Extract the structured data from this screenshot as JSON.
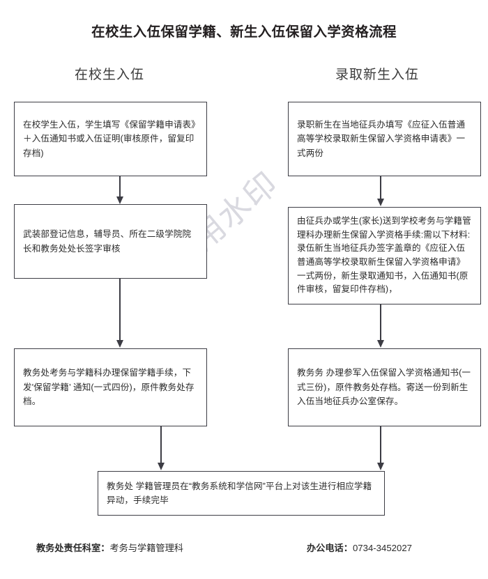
{
  "title": "在校生入伍保留学籍、新生入伍保留入学资格流程",
  "columns": {
    "left_heading": "在校生入伍",
    "right_heading": "录取新生入伍"
  },
  "flow": {
    "left": [
      {
        "id": "l1",
        "text": "在校学生入伍，学生填写《保留学籍申请表》＋入伍通知书或入伍证明(审核原件，留复印存档)"
      },
      {
        "id": "l2",
        "text": "武装部登记信息，辅导员、所在二级学院院长和教务处处长签字审核"
      },
      {
        "id": "l3",
        "text": "教务处考务与学籍科办理保留学籍手续，下发'保留学籍’ 通知(一式四份)，原件教务处存档。"
      }
    ],
    "right": [
      {
        "id": "r1",
        "text": "录职新生在当地征兵办填写《应征入伍普通高等学校录取新生保留入学资格申请表》一式两份"
      },
      {
        "id": "r2",
        "text": "由征兵办或学生(家长)送到学校考务与学籍管理科办理新生保留入学资格手续:需以下材料:录伍新生当地征兵办签字盖章的《应征入伍普通高等学校录取新生保留入学资格申请》一式两份，新生录取通知书，入伍通知书(原件审核，留复印件存档)，"
      },
      {
        "id": "r3",
        "text": "教务务 办理参军入伍保留入学资格通知书(一式三份)，原件教务处存档。寄送一份到新生入伍当地征兵办公室保存。"
      }
    ],
    "final": {
      "id": "final",
      "text": "教务处 学籍管理员在“教务系统和学信网”平台上对该生进行相应学籍异动，手续完毕"
    }
  },
  "watermark": "试用水印",
  "footer": {
    "dept_label": "教务处责任科室：",
    "dept_value": "考务与学籍管理科",
    "phone_label": "办公电话：",
    "phone_value": "0734-3452027"
  },
  "colors": {
    "box_border": "#3c3c44",
    "text": "#2b2b2b",
    "watermark": "#d9d9e0"
  }
}
